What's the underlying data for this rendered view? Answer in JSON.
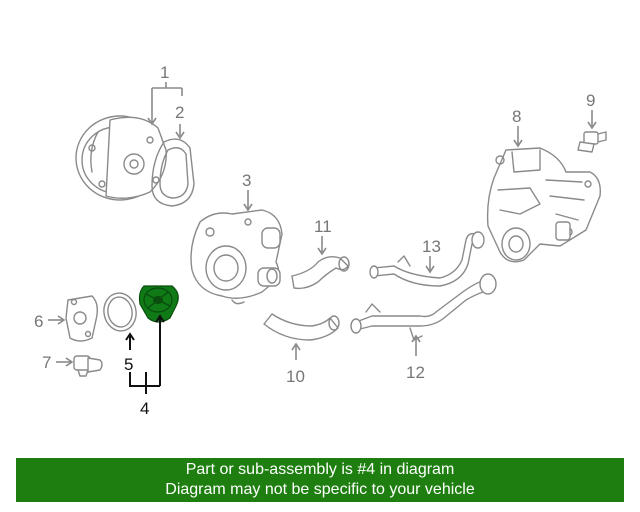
{
  "callouts": {
    "c1": "1",
    "c2": "2",
    "c3": "3",
    "c4": "4",
    "c5": "5",
    "c6": "6",
    "c7": "7",
    "c8": "8",
    "c9": "9",
    "c10": "10",
    "c11": "11",
    "c12": "12",
    "c13": "13"
  },
  "highlight_part": "4",
  "colors": {
    "banner": "#1e7f10",
    "highlight": "#0f7a16",
    "line_art": "#8a8a8a"
  },
  "banner": {
    "line1": "Part or sub-assembly is #4 in diagram",
    "line2": "Diagram may not be specific to your vehicle"
  }
}
